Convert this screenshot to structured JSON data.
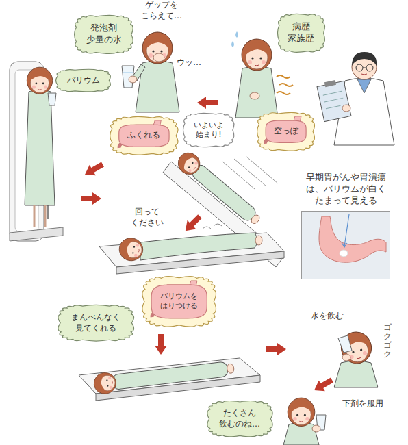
{
  "diagram": {
    "nodes": [
      {
        "text": [
          "発泡剤 少量の水"
        ]
      },
      {
        "text": [
          "病歴 家族歴"
        ]
      },
      {
        "text": [
          "バリウム"
        ]
      },
      {
        "text": [
          "ふくれる"
        ]
      },
      {
        "text": [
          "いよいよ 始まり!"
        ]
      },
      {
        "text": [
          "空っぽ"
        ]
      },
      {
        "text": [
          "早期胃がんや胃潰瘍 は、バリウムが白く たまって見える"
        ]
      },
      {
        "text": [
          "バリウムを はりつける"
        ]
      },
      {
        "text": [
          "まんべんなく 見てくれる"
        ]
      },
      {
        "text": [
          "たくさん 飲むのね…"
        ]
      }
    ],
    "labels": [
      "ゲップを こらえて…",
      "ウッ…",
      "回って ください",
      "水を飲む",
      "ゴクゴク",
      "下剤を服用"
    ]
  }
}
